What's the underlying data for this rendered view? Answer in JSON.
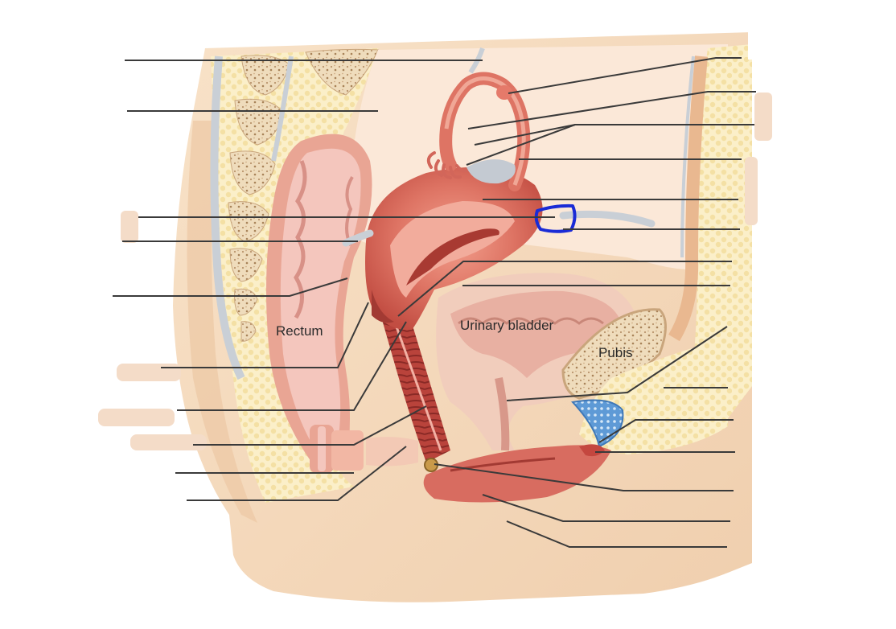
{
  "labels": {
    "rectum": "Rectum",
    "urinary_bladder": "Urinary bladder",
    "pubis": "Pubis"
  },
  "colors": {
    "background": "#ffffff",
    "skin": "#f6dcc0",
    "skin_shadow": "#edc7a4",
    "fat": "#fbefc9",
    "fat_dots": "#f2dc9c",
    "bone_tan": "#e8cfa8",
    "bone_speckle": "#b9946c",
    "muscle_red": "#d96a5e",
    "muscle_dark": "#a23a33",
    "muscle_light": "#f0a796",
    "mucosa_pink": "#f4c2bb",
    "bladder": "#f3d2c2",
    "ligament_gray": "#c9cfd6",
    "cartilage_blue": "#6aa6d8",
    "leader_line": "#3a3a3a",
    "highlight_outline": "#1a2bd6",
    "ovary": "#c99a4a"
  },
  "highlight": {
    "shape": "rounded-box",
    "color": "#1a2bd6"
  },
  "icons": {
    "ovary_nodule": "ovary-follicle-icon"
  }
}
